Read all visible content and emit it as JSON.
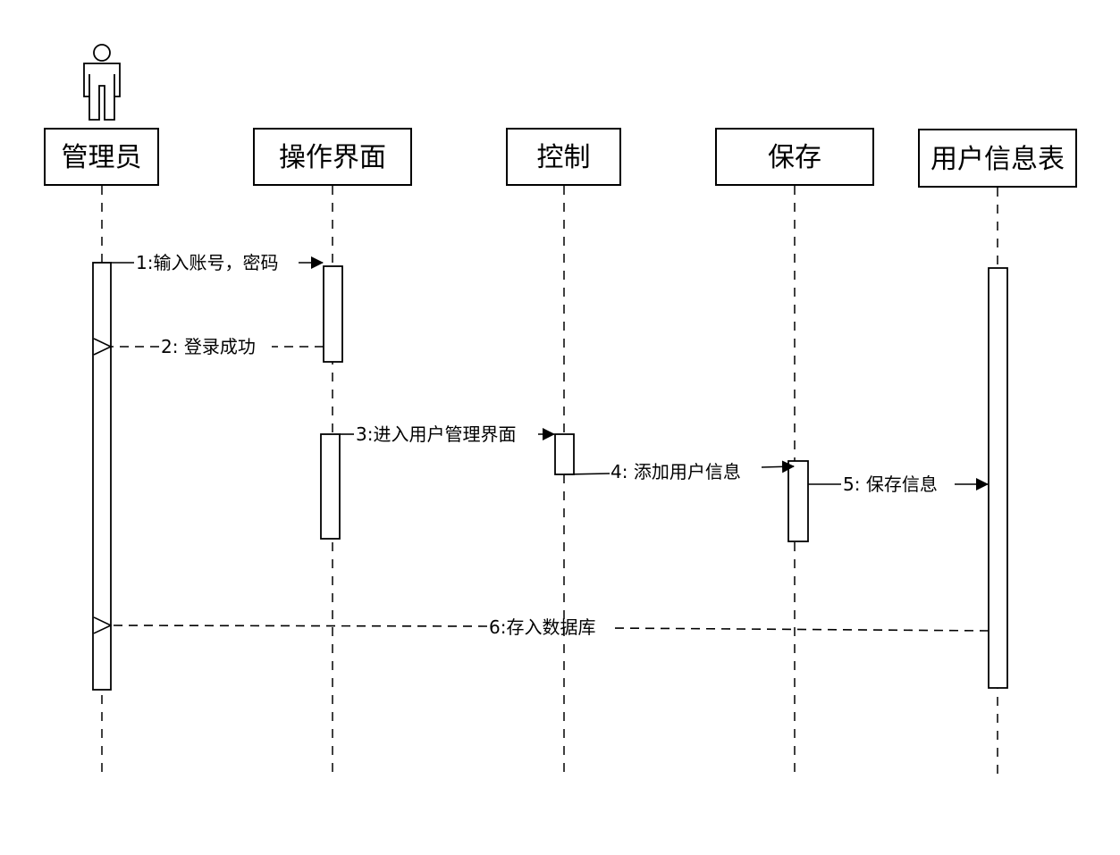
{
  "actor": {
    "icon": "stick-figure-actor-icon"
  },
  "lifelines": [
    {
      "id": "admin",
      "label": "管理员"
    },
    {
      "id": "ui",
      "label": "操作界面"
    },
    {
      "id": "control",
      "label": "控制"
    },
    {
      "id": "save",
      "label": "保存"
    },
    {
      "id": "usertable",
      "label": "用户信息表"
    }
  ],
  "messages": [
    {
      "id": "m1",
      "label": "1:输入账号，密码",
      "from": "admin",
      "to": "ui",
      "kind": "sync"
    },
    {
      "id": "m2",
      "label": "2:  登录成功",
      "from": "ui",
      "to": "admin",
      "kind": "return"
    },
    {
      "id": "m3",
      "label": "3:进入用户管理界面",
      "from": "ui",
      "to": "control",
      "kind": "sync"
    },
    {
      "id": "m4",
      "label": "4:  添加用户信息",
      "from": "control",
      "to": "save",
      "kind": "sync"
    },
    {
      "id": "m5",
      "label": "5:  保存信息",
      "from": "save",
      "to": "usertable",
      "kind": "sync"
    },
    {
      "id": "m6",
      "label": "6:存入数据库",
      "from": "usertable",
      "to": "admin",
      "kind": "return"
    }
  ]
}
